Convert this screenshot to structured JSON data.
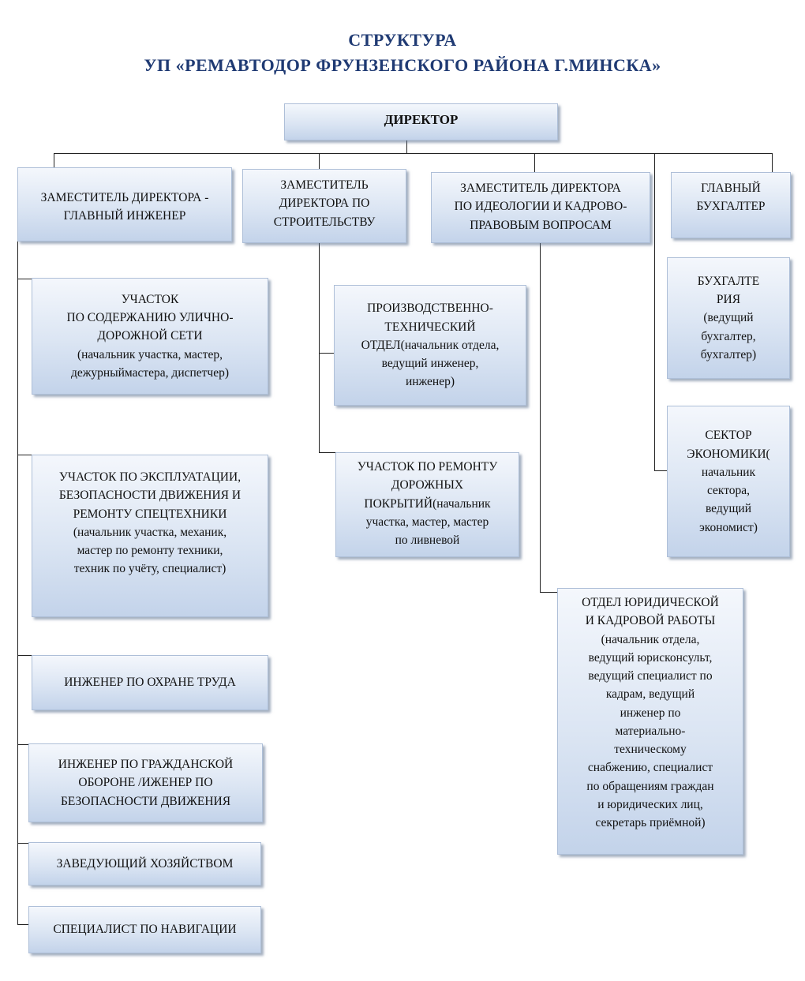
{
  "title": {
    "line1": "СТРУКТУРА",
    "line2": "УП «РЕМАВТОДОР ФРУНЗЕНСКОГО РАЙОНА Г.МИНСКА»"
  },
  "director": "ДИРЕКТОР",
  "deputies": {
    "chief_engineer": "ЗАМЕСТИТЕЛЬ ДИРЕКТОРА -\nГЛАВНЫЙ ИНЖЕНЕР",
    "construction": "ЗАМЕСТИТЕЛЬ\nДИРЕКТОРА ПО\nСТРОИТЕЛЬСТВУ",
    "ideology": "ЗАМЕСТИТЕЛЬ ДИРЕКТОРА\nПО ИДЕОЛОГИИ И КАДРОВО-\nПРАВОВЫМ ВОПРОСАМ",
    "chief_accountant": "ГЛАВНЫЙ\nБУХГАЛТЕР"
  },
  "engineer_units": {
    "road_network": "УЧАСТОК\nПО СОДЕРЖАНИЮ УЛИЧНО-\nДОРОЖНОЙ СЕТИ\n(начальник участка, мастер,\nдежурныймастера, диспетчер)",
    "operation": "УЧАСТОК ПО ЭКСПЛУАТАЦИИ,\nБЕЗОПАСНОСТИ ДВИЖЕНИЯ И\nРЕМОНТУ СПЕЦТЕХНИКИ\n(начальник участка, механик,\nмастер по ремонту техники,\nтехник по учёту, специалист)",
    "labor_safety": "ИНЖЕНЕР ПО ОХРАНЕ ТРУДА",
    "civil_defense": "ИНЖЕНЕР ПО ГРАЖДАНСКОЙ\nОБОРОНЕ /ИЖЕНЕР ПО\nБЕЗОПАСНОСТИ ДВИЖЕНИЯ",
    "household": "ЗАВЕДУЮЩИЙ ХОЗЯЙСТВОМ",
    "navigation": "СПЕЦИАЛИСТ ПО НАВИГАЦИИ"
  },
  "construction_units": {
    "pto": "ПРОИЗВОДСТВЕННО-\nТЕХНИЧЕСКИЙ\nОТДЕЛ(начальник отдела,\nведущий инженер,\nинженер)",
    "road_repair": "УЧАСТОК ПО РЕМОНТУ\nДОРОЖНЫХ\nПОКРЫТИЙ(начальник\nучастка, мастер, мастер\nпо ливневой"
  },
  "ideology_units": {
    "legal_hr": "ОТДЕЛ ЮРИДИЧЕСКОЙ\nИ КАДРОВОЙ РАБОТЫ\n(начальник отдела,\nведущий юрисконсульт,\nведущий специалист по\nкадрам, ведущий\nинженер по\nматериально-\nтехническому\nснабжению, специалист\nпо обращениям граждан\nи юридических лиц,\nсекретарь приёмной)"
  },
  "accounting_units": {
    "accounting": "БУХГАЛТЕ\nРИЯ\n(ведущий\nбухгалтер,\nбухгалтер)",
    "economics": "СЕКТОР\nЭКОНОМИКИ(\nначальник\nсектора,\nведущий\nэкономист)"
  }
}
